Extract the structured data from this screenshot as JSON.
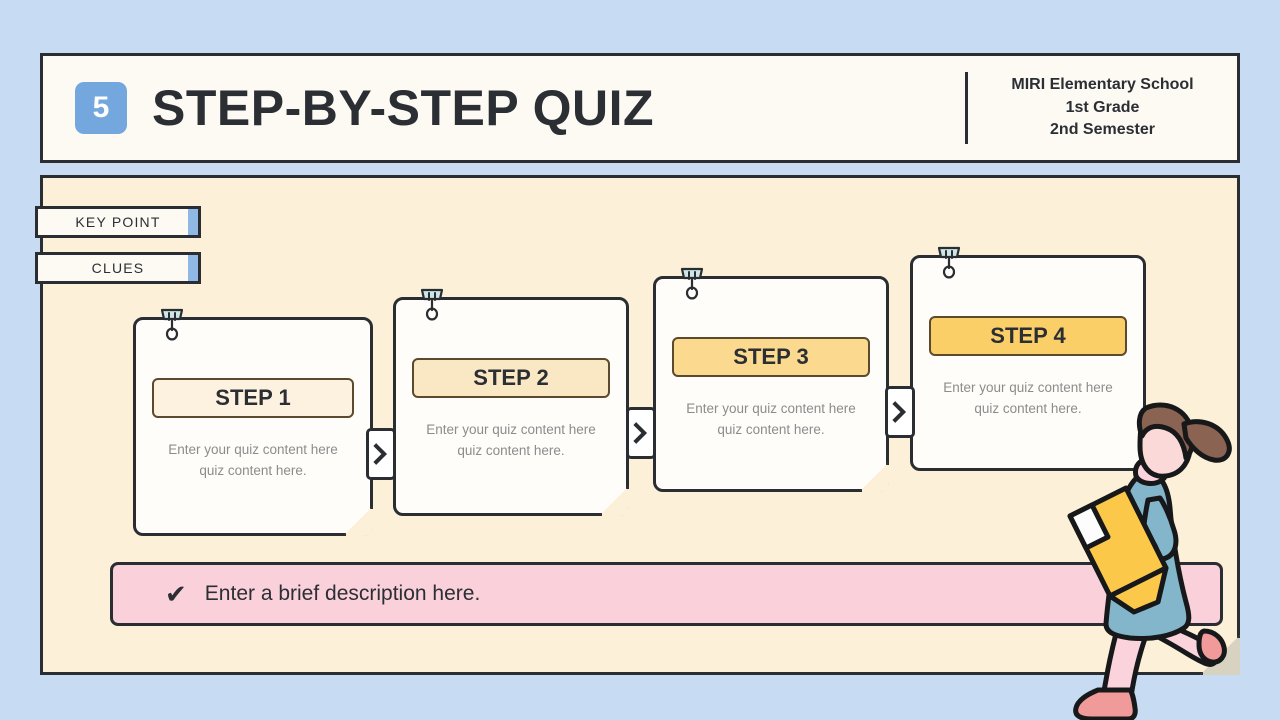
{
  "theme": {
    "background": "#c7dcf2",
    "panel_bg": "#fdf0d8",
    "header_bg": "#fdfaf4",
    "outline": "#2a2e33",
    "badge_blue": "#74a7de",
    "tab_edge_blue": "#8fb8e4",
    "note_pink": "#fad0da",
    "clip_teal": "#cde6e6"
  },
  "header": {
    "number": "5",
    "title": "STEP-BY-STEP QUIZ",
    "school": "MIRI Elementary School",
    "grade": "1st Grade",
    "semester": "2nd Semester"
  },
  "tabs": [
    {
      "label": "KEY POINT"
    },
    {
      "label": "CLUES"
    }
  ],
  "steps": [
    {
      "title": "STEP 1",
      "body": "Enter your quiz content here quiz content here.",
      "bar_color": "#fdf2e0",
      "clip": "binder-clip-icon"
    },
    {
      "title": "STEP 2",
      "body": "Enter your quiz content here quiz content here.",
      "bar_color": "#fae7c4",
      "clip": "binder-clip-icon"
    },
    {
      "title": "STEP 3",
      "body": "Enter your quiz content here quiz content here.",
      "bar_color": "#fbd98e",
      "clip": "binder-clip-icon"
    },
    {
      "title": "STEP 4",
      "body": "Enter your quiz content here quiz content here.",
      "bar_color": "#fbcf68",
      "clip": "binder-clip-icon"
    }
  ],
  "arrows": [
    {
      "icon": "chevron-right-icon"
    },
    {
      "icon": "chevron-right-icon"
    },
    {
      "icon": "chevron-right-icon"
    }
  ],
  "note": {
    "check": "✔",
    "text": "Enter a brief description here."
  },
  "character": {
    "name": "running-girl-with-pencil-illustration",
    "hair": "#8a6352",
    "dress": "#83b6cb",
    "skin": "#fbd9d9",
    "legs": "#fbd3dd",
    "shoes": "#f09a9a",
    "pencil": "#fbc849"
  }
}
